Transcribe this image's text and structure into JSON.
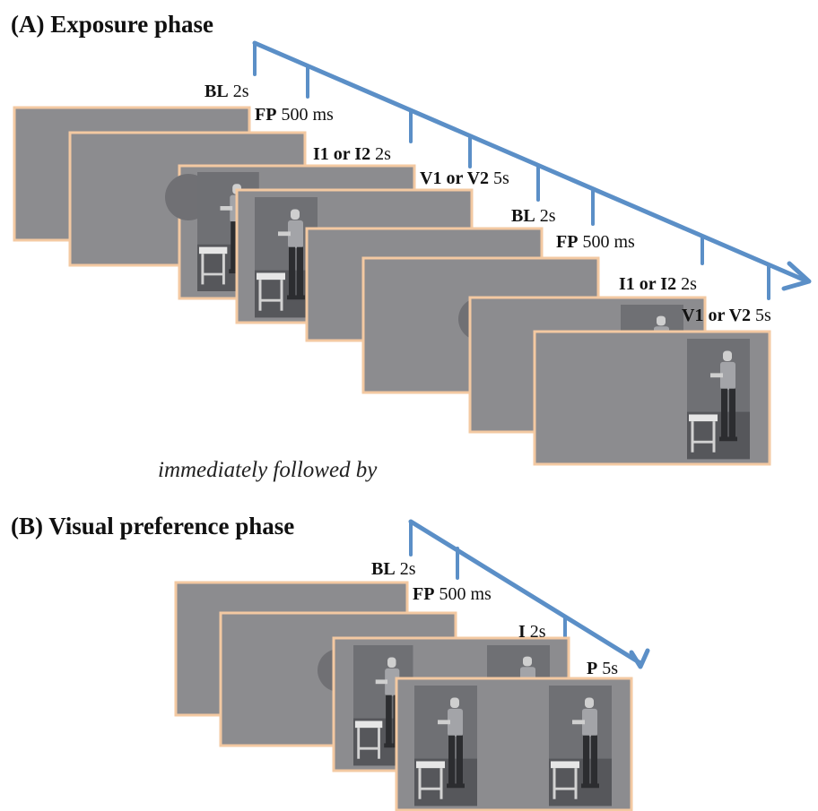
{
  "phase_a": {
    "title": "(A) Exposure phase",
    "events": [
      {
        "code": "BL",
        "duration": "2s"
      },
      {
        "code": "FP",
        "duration": "500 ms"
      },
      {
        "code": "I1 or I2",
        "duration": "2s"
      },
      {
        "code": "V1 or V2",
        "duration": "5s"
      },
      {
        "code": "BL",
        "duration": "2s"
      },
      {
        "code": "FP",
        "duration": "500 ms"
      },
      {
        "code": "I1 or I2",
        "duration": "2s"
      },
      {
        "code": "V1 or V2",
        "duration": "5s"
      }
    ]
  },
  "transition": "immediately followed by",
  "phase_b": {
    "title": "(B) Visual preference phase",
    "events": [
      {
        "code": "BL",
        "duration": "2s"
      },
      {
        "code": "FP",
        "duration": "500 ms"
      },
      {
        "code": "I",
        "duration": "2s"
      },
      {
        "code": "P",
        "duration": "5s"
      }
    ]
  },
  "colors": {
    "timeline": "#5b8fc7",
    "screen": "#8c8c8f",
    "screen_border": "#f3c9a2"
  }
}
